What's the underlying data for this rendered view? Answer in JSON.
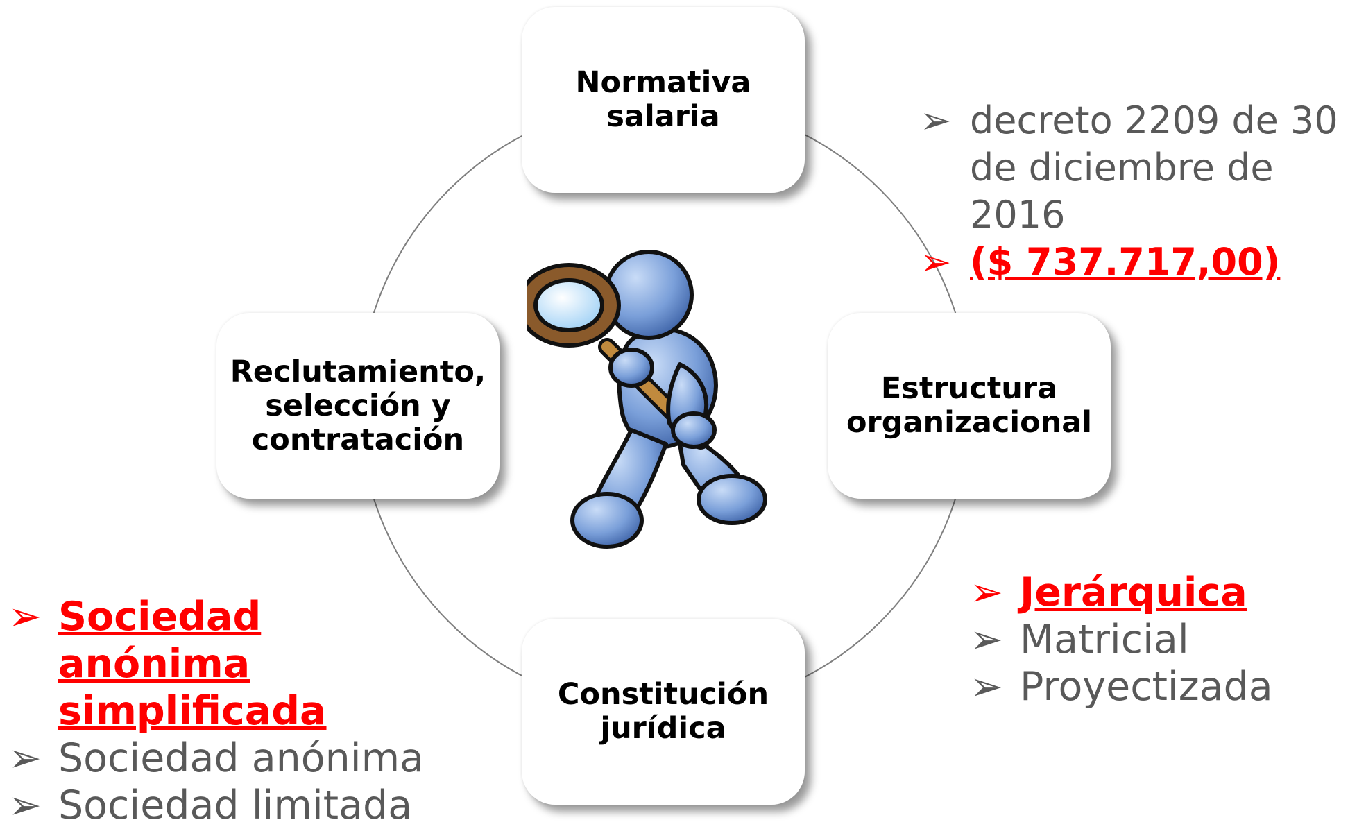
{
  "diagram": {
    "nodes": {
      "top": "Normativa\nsalaria",
      "left": "Reclutamiento,\nselección y\ncontratación",
      "right": "Estructura\norganizacional",
      "bottom": "Constitución\njurídica"
    },
    "center_icon": "person-with-magnifying-glass",
    "colors": {
      "accent": "#ff0000",
      "secondary_text": "#595959",
      "figure_body": "#7a9fd9",
      "magnifier_frame": "#8a5a2b"
    }
  },
  "annotations": {
    "bullet_glyph": "➢",
    "decree": [
      {
        "text": "decreto 2209 de 30 de diciembre de 2016",
        "emphasis": false
      },
      {
        "text": "($ 737.717,00)",
        "emphasis": true
      }
    ],
    "structure": [
      {
        "text": "Jerárquica",
        "emphasis": true
      },
      {
        "text": "Matricial",
        "emphasis": false
      },
      {
        "text": "Proyectizada",
        "emphasis": false
      }
    ],
    "society": [
      {
        "text": "Sociedad anónima simplificada",
        "emphasis": true
      },
      {
        "text": "Sociedad anónima",
        "emphasis": false
      },
      {
        "text": "Sociedad limitada",
        "emphasis": false
      }
    ]
  }
}
